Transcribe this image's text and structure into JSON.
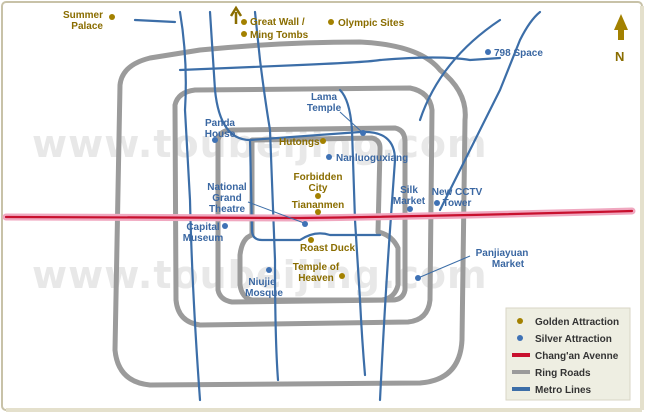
{
  "watermark": "www.toubeijing.com",
  "north_label": "N",
  "attractions": {
    "summer_palace": {
      "line1": "Summer",
      "line2": "Palace",
      "type": "gold"
    },
    "great_wall": {
      "line1": "Great Wall /",
      "line2": "Ming Tombs",
      "type": "gold"
    },
    "olympic_sites": {
      "line1": "Olympic Sites",
      "type": "gold"
    },
    "space_798": {
      "line1": "798 Space",
      "type": "silver"
    },
    "lama_temple": {
      "line1": "Lama",
      "line2": "Temple",
      "type": "silver"
    },
    "panda_house": {
      "line1": "Panda",
      "line2": "House",
      "type": "silver"
    },
    "hutongs": {
      "line1": "Hutongs",
      "type": "gold"
    },
    "nanluoguxiang": {
      "line1": "Nanluoguxiang",
      "type": "silver"
    },
    "forbidden_city": {
      "line1": "Forbidden",
      "line2": "City",
      "type": "gold"
    },
    "national_grand_theatre": {
      "line1": "National",
      "line2": "Grand",
      "line3": "Theatre",
      "type": "silver"
    },
    "tiananmen": {
      "line1": "Tiananmen",
      "type": "gold"
    },
    "silk_market": {
      "line1": "Silk",
      "line2": "Market",
      "type": "silver"
    },
    "new_cctv_tower": {
      "line1": "New CCTV",
      "line2": "Tower",
      "type": "silver"
    },
    "capital_museum": {
      "line1": "Capital",
      "line2": "Museum",
      "type": "silver"
    },
    "roast_duck": {
      "line1": "Roast Duck",
      "type": "gold"
    },
    "panjiayuan_market": {
      "line1": "Panjiayuan",
      "line2": "Market",
      "type": "silver"
    },
    "temple_of_heaven": {
      "line1": "Temple of",
      "line2": "Heaven",
      "type": "gold"
    },
    "niujie_mosque": {
      "line1": "Niujie",
      "line2": "Mosque",
      "type": "silver"
    }
  },
  "legend": {
    "golden": "Golden Attraction",
    "silver": "Silver Attraction",
    "avenue": "Chang'an Avenne",
    "ring_roads": "Ring Roads",
    "metro": "Metro Lines"
  },
  "colors": {
    "golden_dot": "#a38100",
    "silver_dot": "#3f72b5",
    "avenue": "#c8102e",
    "ring_roads": "#9b9b9b",
    "metro": "#3c6ea8"
  }
}
